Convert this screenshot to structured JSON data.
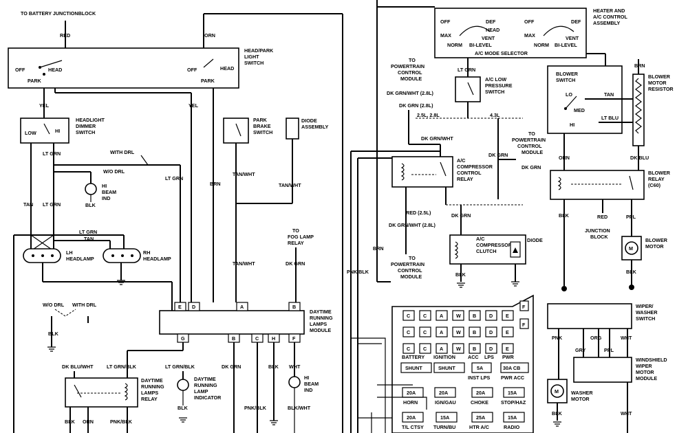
{
  "labels": {
    "to_battery": "TO BATTERY JUNCTIONBLOCK",
    "red": "RED",
    "orn_top": "ORN",
    "head_park_switch": [
      "HEAD/PARK",
      "LIGHT",
      "SWITCH"
    ],
    "off": "OFF",
    "head": "HEAD",
    "park": "PARK",
    "yel": "YEL",
    "headlight_dimmer": [
      "HEADLIGHT",
      "DIMMER",
      "SWITCH"
    ],
    "low": "LOW",
    "hi": "HI",
    "lt_grn": "LT GRN",
    "with_drl": "WITH DRL",
    "wo_drl": "W/O DRL",
    "hi_beam_ind": [
      "HI",
      "BEAM",
      "IND"
    ],
    "blk": "BLK",
    "tan": "TAN",
    "brn": "BRN",
    "park_brake_switch": [
      "PARK",
      "BRAKE",
      "SWITCH"
    ],
    "diode_assembly": [
      "DIODE",
      "ASSEMBLY"
    ],
    "tan_wht": "TAN/WHT",
    "lh_headlamp": [
      "LH",
      "HEADLAMP"
    ],
    "rh_headlamp": [
      "RH",
      "HEADLAMP"
    ],
    "to_fog": [
      "TO",
      "FOG LAMP",
      "RELAY"
    ],
    "dk_grn": "DK GRN",
    "wo_drl2": "W/O DRL",
    "with_drl2": "WITH DRL",
    "drl_module": [
      "DAYTIME",
      "RUNNING",
      "LAMPS",
      "MODULE"
    ],
    "dk_blu_wht": "DK BLU/WHT",
    "lt_grn_blk": "LT GRN/BLK",
    "drl_relay": [
      "DAYTIME",
      "RUNNING",
      "LAMPS",
      "RELAY"
    ],
    "drl_indicator": [
      "DAYTIME",
      "RUNNING",
      "LAMP",
      "INDICATOR"
    ],
    "orn": "ORN",
    "pnk_blk": "PNK/BLK",
    "blk_wht": "BLK/WHT",
    "wht": "WHT",
    "hvac_assembly": [
      "HEATER AND",
      "A/C CONTROL",
      "ASSEMBLY"
    ],
    "def": "DEF",
    "max": "MAX",
    "vent": "VENT",
    "norm": "NORM",
    "bi_level": "BI-LEVEL",
    "mode_selector": "A/C MODE SELECTOR",
    "to_pcm": [
      "TO",
      "POWERTRAIN",
      "CONTROL",
      "MODULE"
    ],
    "dk_grn_wht_28": "DK GRN/WHT (2.8L)",
    "dk_grn_28": "DK GRN (2.8L)",
    "ac_low_pressure": [
      "A/C LOW",
      "PRESSURE",
      "SWITCH"
    ],
    "engines_a": "2.5L, 2.8L",
    "engine_b": "4.3L",
    "dk_grn_wht": "DK GRN/WHT",
    "ac_comp_relay": [
      "A/C",
      "COMPRESSOR",
      "CONTROL",
      "RELAY"
    ],
    "red_25": "RED (2.5L)",
    "dk_grn_wht_28b": "DK GRN/WHT (2.8L)",
    "ac_comp_clutch": [
      "A/C",
      "COMPRESSOR",
      "CLUTCH"
    ],
    "diode": "DIODE",
    "blower_switch": [
      "BLOWER",
      "SWITCH"
    ],
    "lo": "LO",
    "med": "MED",
    "lt_blu": "LT BLU",
    "blower_resistor": [
      "BLOWER",
      "MOTOR",
      "RESISTOR"
    ],
    "dk_blu": "DK BLU",
    "blower_relay": [
      "BLOWER",
      "RELAY",
      "(C60)"
    ],
    "ppl": "PPL",
    "junction_block": [
      "JUNCTION",
      "BLOCK"
    ],
    "blower_motor": [
      "BLOWER",
      "MOTOR"
    ],
    "wiper_switch": [
      "WIPER/",
      "WASHER",
      "SWITCH"
    ],
    "pnk": "PNK",
    "gry": "GRY",
    "org": "ORG",
    "wiper_module": [
      "WINDSHIELD",
      "WIPER",
      "MOTOR",
      "MODULE"
    ],
    "washer_motor": [
      "WASHER",
      "MOTOR"
    ],
    "motor_m": "M"
  },
  "fuse_block": {
    "row1": [
      "C",
      "C",
      "A",
      "W",
      "B",
      "D",
      "E"
    ],
    "row2": [
      "C",
      "C",
      "A",
      "W",
      "B",
      "D",
      "E"
    ],
    "row3": [
      "C",
      "C",
      "A",
      "W",
      "B",
      "D",
      "E"
    ],
    "f": "F",
    "row3_labels": [
      "BATTERY",
      "IGNITION",
      "ACC",
      "LPS",
      "PWR"
    ],
    "shunts": [
      "SHUNT",
      "SHUNT",
      "5A",
      "30A CB"
    ],
    "row4_labels": [
      "INST LPS",
      "PWR ACC"
    ],
    "fuses5": [
      "20A",
      "20A",
      "20A",
      "15A"
    ],
    "row5_labels": [
      "HORN",
      "IGN/GAU",
      "CHOKE",
      "STOP/HAZ"
    ],
    "fuses6": [
      "20A",
      "15A",
      "25A",
      "15A"
    ],
    "row6_labels": [
      "T/L CTSY",
      "TURN/BU",
      "HTR A/C",
      "RADIO"
    ]
  },
  "drl_pins": {
    "top": [
      "E",
      "D",
      "A",
      "B"
    ],
    "bottom": [
      "G",
      "B",
      "C",
      "H",
      "F"
    ]
  }
}
